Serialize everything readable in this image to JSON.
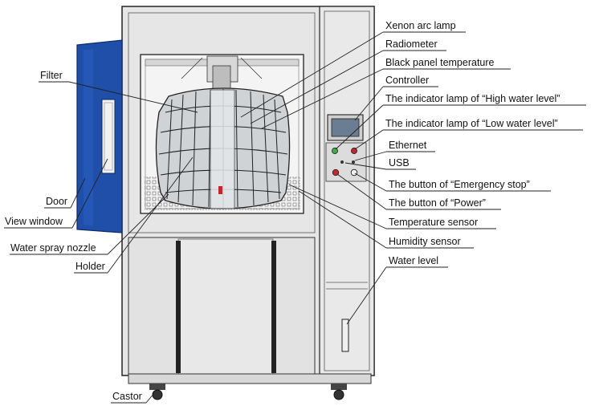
{
  "labels": {
    "xenon_arc_lamp": "Xenon arc lamp",
    "radiometer": "Radiometer",
    "black_panel_temperature": "Black panel temperature",
    "controller": "Controller",
    "high_water_lamp": "The indicator lamp of “High water level”",
    "low_water_lamp": "The indicator lamp of “Low water level”",
    "ethernet": "Ethernet",
    "usb": "USB",
    "emergency_stop": "The button of “Emergency stop”",
    "power_button": "The button of “Power”",
    "temperature_sensor": "Temperature sensor",
    "humidity_sensor": "Humidity sensor",
    "water_level": "Water level",
    "filter": "Filter",
    "door": "Door",
    "view_window": "View window",
    "water_spray_nozzle": "Water spray nozzle",
    "holder": "Holder",
    "castor": "Castor"
  },
  "colors": {
    "cabinet": "#e6e6e6",
    "door": "#1f4fa8",
    "outline": "#222222",
    "green_lamp": "#3fae49",
    "red_lamp": "#c0282d",
    "screen": "#6a7d92"
  }
}
